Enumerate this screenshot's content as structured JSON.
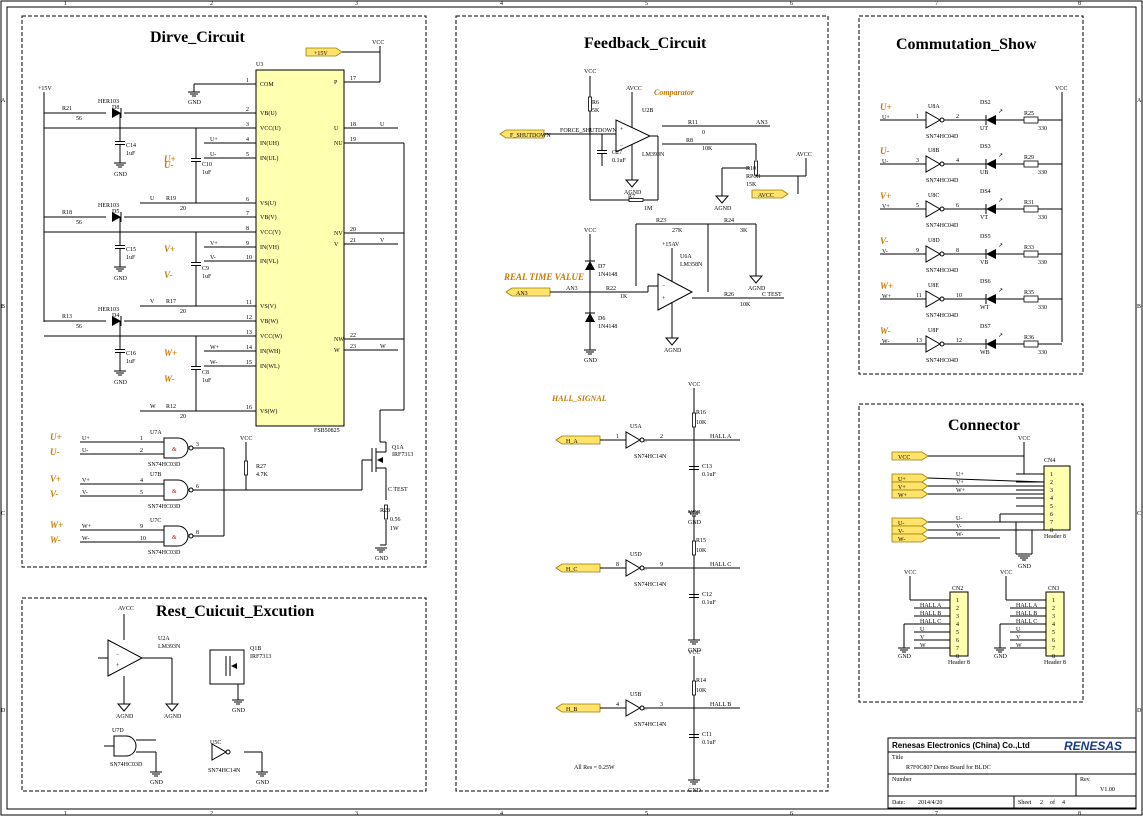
{
  "frame": {
    "cols": [
      "1",
      "2",
      "3",
      "4",
      "5",
      "6",
      "7",
      "8"
    ],
    "rows": [
      "A",
      "B",
      "C",
      "D"
    ]
  },
  "sections": {
    "drive": "Dirve_Circuit",
    "feedback": "Feedback_Circuit",
    "commutation": "Commutation_Show",
    "connector": "Connector",
    "reset": "Rest_Cuicuit_Excution"
  },
  "drive": {
    "ic": "U3",
    "ic_part": "FSB50825",
    "vcc": "VCC",
    "gnd": "GND",
    "rail": "+15V",
    "rail_tag": "+15V",
    "pins_left": [
      {
        "n": "1",
        "name": "COM"
      },
      {
        "n": "2",
        "name": "VB(U)"
      },
      {
        "n": "3",
        "name": "VCC(U)"
      },
      {
        "n": "4",
        "name": "IN(UH)"
      },
      {
        "n": "5",
        "name": "IN(UL)"
      },
      {
        "n": "6",
        "name": "VS(U)"
      },
      {
        "n": "7",
        "name": "VB(V)"
      },
      {
        "n": "8",
        "name": "VCC(V)"
      },
      {
        "n": "9",
        "name": "IN(VH)"
      },
      {
        "n": "10",
        "name": "IN(VL)"
      },
      {
        "n": "11",
        "name": "VS(V)"
      },
      {
        "n": "12",
        "name": "VB(W)"
      },
      {
        "n": "13",
        "name": "VCC(W)"
      },
      {
        "n": "14",
        "name": "IN(WH)"
      },
      {
        "n": "15",
        "name": "IN(WL)"
      },
      {
        "n": "16",
        "name": "VS(W)"
      }
    ],
    "pins_right": [
      {
        "n": "17",
        "name": "P"
      },
      {
        "n": "18",
        "name": "U"
      },
      {
        "n": "19",
        "name": "NU"
      },
      {
        "n": "20",
        "name": "NV"
      },
      {
        "n": "21",
        "name": "V"
      },
      {
        "n": "22",
        "name": "NW"
      },
      {
        "n": "23",
        "name": "W"
      }
    ],
    "net_u": "U",
    "net_v": "V",
    "net_w": "W",
    "sig": [
      "U+",
      "U-",
      "V+",
      "V-",
      "W+",
      "W-"
    ],
    "diodes": [
      "D8",
      "D5",
      "D4"
    ],
    "diode_part": "HER103",
    "res": [
      {
        "r": "R21",
        "v": "56"
      },
      {
        "r": "R18",
        "v": "56"
      },
      {
        "r": "R13",
        "v": "56"
      }
    ],
    "res_b": [
      {
        "r": "R19",
        "v": "20"
      },
      {
        "r": "R17",
        "v": "20"
      },
      {
        "r": "R12",
        "v": "20"
      }
    ],
    "caps_a": [
      {
        "c": "C14",
        "v": "1uF"
      },
      {
        "c": "C15",
        "v": "1uF"
      },
      {
        "c": "C16",
        "v": "1uF"
      }
    ],
    "caps_b": [
      {
        "c": "C10",
        "v": "1uF"
      },
      {
        "c": "C9",
        "v": "1uF"
      },
      {
        "c": "C8",
        "v": "1uF"
      }
    ],
    "gates": [
      {
        "g": "U7A",
        "p": [
          "1",
          "2",
          "3"
        ]
      },
      {
        "g": "U7B",
        "p": [
          "4",
          "5",
          "6"
        ]
      },
      {
        "g": "U7C",
        "p": [
          "9",
          "10",
          "8"
        ]
      }
    ],
    "gate_part": "SN74HC03D",
    "r27": "R27",
    "r27v": "4.7K",
    "q": "Q1A",
    "q_part": "IRF7313",
    "ctest": "C TEST",
    "r28": "R28",
    "r28v": "0.56",
    "r28w": "1W"
  },
  "feedback": {
    "vcc": "VCC",
    "avcc": "AVCC",
    "agnd": "AGND",
    "gnd": "GND",
    "comparator": "Comparator",
    "u2b": "U2B",
    "u2b_part": "LM393N",
    "fshut": "F_SHUTDOWN",
    "force": "FORCE_SHUTDOWN",
    "r6": "R6",
    "r6v": "5K",
    "c27": "C27",
    "c27v": "0.1uF",
    "r7": "R7",
    "r7v": "1M",
    "r11": "R11",
    "r11v": "0",
    "an3": "AN3",
    "r8": "R8",
    "r8v": "10K",
    "r10": "R10",
    "rpot": "RPot1",
    "r10v": "15K",
    "avcc_tag": "AVCC",
    "rtv": "REAL TIME VALUE",
    "d7": "D7",
    "d6": "D6",
    "dpart": "1N4148",
    "r22": "R22",
    "r22v": "1K",
    "r23": "R23",
    "r23v": "27K",
    "r24": "R24",
    "r24v": "3K",
    "u6": "U6A",
    "u6p": "LM358N",
    "v15a": "+15AV",
    "r26": "R26",
    "r26v": "10K",
    "ctest": "C TEST",
    "hall_title": "HALL_SIGNAL",
    "hall": [
      {
        "in": "H_A",
        "gate": "U5A",
        "pa": "1",
        "pb": "2",
        "r": "R16",
        "rv": "10K",
        "net": "HALL A",
        "c": "C13",
        "cv": "0.1uF"
      },
      {
        "in": "H_C",
        "gate": "U5D",
        "pa": "8",
        "pb": "9",
        "r": "R15",
        "rv": "10K",
        "net": "HALL C",
        "c": "C12",
        "cv": "0.1uF"
      },
      {
        "in": "H_B",
        "gate": "U5B",
        "pa": "4",
        "pb": "3",
        "r": "R14",
        "rv": "10K",
        "net": "HALL B",
        "c": "C11",
        "cv": "0.1uF"
      }
    ],
    "hall_part": "SN74HC14N",
    "note": "All Res = 0.25W"
  },
  "commutation": {
    "vcc": "VCC",
    "part": "SN74HC04D",
    "rows": [
      {
        "sig": "U+",
        "net": "U+",
        "g": "U8A",
        "pi": "1",
        "po": "2",
        "d": "DS2",
        "led": "UT",
        "r": "R25",
        "rv": "330"
      },
      {
        "sig": "U-",
        "net": "U-",
        "g": "U8B",
        "pi": "3",
        "po": "4",
        "d": "DS3",
        "led": "UB",
        "r": "R29",
        "rv": "330"
      },
      {
        "sig": "V+",
        "net": "V+",
        "g": "U8C",
        "pi": "5",
        "po": "6",
        "d": "DS4",
        "led": "VT",
        "r": "R31",
        "rv": "330"
      },
      {
        "sig": "V-",
        "net": "V-",
        "g": "U8D",
        "pi": "9",
        "po": "8",
        "d": "DS5",
        "led": "VB",
        "r": "R33",
        "rv": "330"
      },
      {
        "sig": "W+",
        "net": "W+",
        "g": "U8E",
        "pi": "11",
        "po": "10",
        "d": "DS6",
        "led": "WT",
        "r": "R35",
        "rv": "330"
      },
      {
        "sig": "W-",
        "net": "W-",
        "g": "U8F",
        "pi": "13",
        "po": "12",
        "d": "DS7",
        "led": "WB",
        "r": "R36",
        "rv": "330"
      }
    ]
  },
  "connector": {
    "cn4": "CN4",
    "cn4t": "Header 8",
    "vcc": "VCC",
    "gnd": "GND",
    "tags": [
      "VCC",
      "U+",
      "V+",
      "W+",
      "U-",
      "V-",
      "W-"
    ],
    "cn2": "CN2",
    "cn3": "CN3",
    "ht": "Header 8",
    "hall_nets": [
      "HALL A",
      "HALL B",
      "HALL C",
      "U",
      "V",
      "W"
    ],
    "pins": [
      "1",
      "2",
      "3",
      "4",
      "5",
      "6",
      "7",
      "8"
    ]
  },
  "reset": {
    "avcc": "AVCC",
    "u2a": "U2A",
    "u2a_part": "LM393N",
    "agnd": "AGND",
    "q1b": "Q1B",
    "q1b_part": "IRF7313",
    "gnd": "GND",
    "u7d": "U7D",
    "u7d_part": "SN74HC03D",
    "u5c": "U5C",
    "u5c_part": "SN74HC14N"
  },
  "titleblock": {
    "company": "Renesas Electronics (China) Co.,Ltd",
    "logo": "RENESAS",
    "title_lbl": "Title",
    "title": "R7F0C807 Demo Board for BLDC",
    "number_lbl": "Number",
    "rev_lbl": "Rev.",
    "rev": "V1.00",
    "date_lbl": "Date:",
    "date": "2014/4/20",
    "sheet_lbl": "Sheet",
    "sheet": "2",
    "of": "of",
    "total": "4"
  }
}
